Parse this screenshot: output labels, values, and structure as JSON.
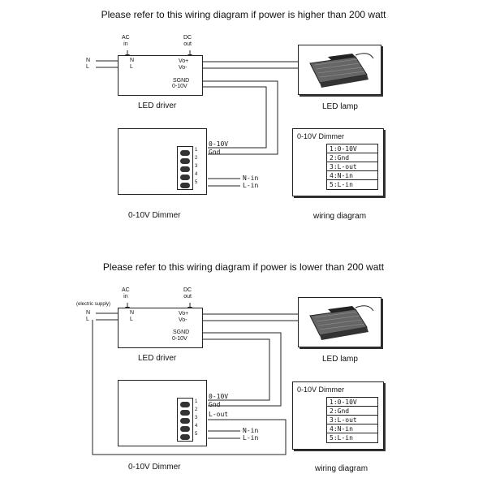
{
  "diagrams": [
    {
      "title": "Please refer to this wiring diagram if power is   higher  than 200 watt",
      "ac_in": "AC\nin",
      "dc_out": "DC\nout",
      "mains_n": "N",
      "mains_l": "L",
      "driver_n": "N",
      "driver_l": "L",
      "vo_plus": "Vo+",
      "vo_minus": "Vo-",
      "sgnd": "SGND",
      "dim_010v": "0-10V",
      "driver_caption": "LED driver",
      "lamp_caption": "LED lamp",
      "dimmer_010v": "0-10V",
      "dimmer_gnd": "Gnd",
      "dimmer_nin": "N-in",
      "dimmer_lin": "L-in",
      "terminals": [
        "1",
        "2",
        "3",
        "4",
        "5"
      ],
      "dimmer_caption": "0-10V Dimmer",
      "legend_title": "0-10V Dimmer",
      "legend_rows": [
        "1:0-10V",
        "2:Gnd",
        "3:L-out",
        "4:N-in",
        "5:L-in"
      ],
      "wiring_caption": "wiring diagram"
    },
    {
      "title": "Please refer to this wiring diagram if power is lower than 200 watt",
      "supply_label": "(electric supply)",
      "ac_in": "AC\nin",
      "dc_out": "DC\nout",
      "mains_n": "N",
      "mains_l": "L",
      "driver_n": "N",
      "driver_l": "L",
      "vo_plus": "Vo+",
      "vo_minus": "Vo-",
      "sgnd": "SGND",
      "dim_010v": "0-10V",
      "driver_caption": "LED driver",
      "lamp_caption": "LED lamp",
      "dimmer_010v": "0-10V",
      "dimmer_gnd": "Gnd",
      "dimmer_lout": "L-out",
      "dimmer_nin": "N-in",
      "dimmer_lin": "L-in",
      "terminals": [
        "1",
        "2",
        "3",
        "4",
        "5"
      ],
      "dimmer_caption": "0-10V Dimmer",
      "legend_title": "0-10V Dimmer",
      "legend_rows": [
        "1:0-10V",
        "2:Gnd",
        "3:L-out",
        "4:N-in",
        "5:L-in"
      ],
      "wiring_caption": "wiring diagram"
    }
  ]
}
